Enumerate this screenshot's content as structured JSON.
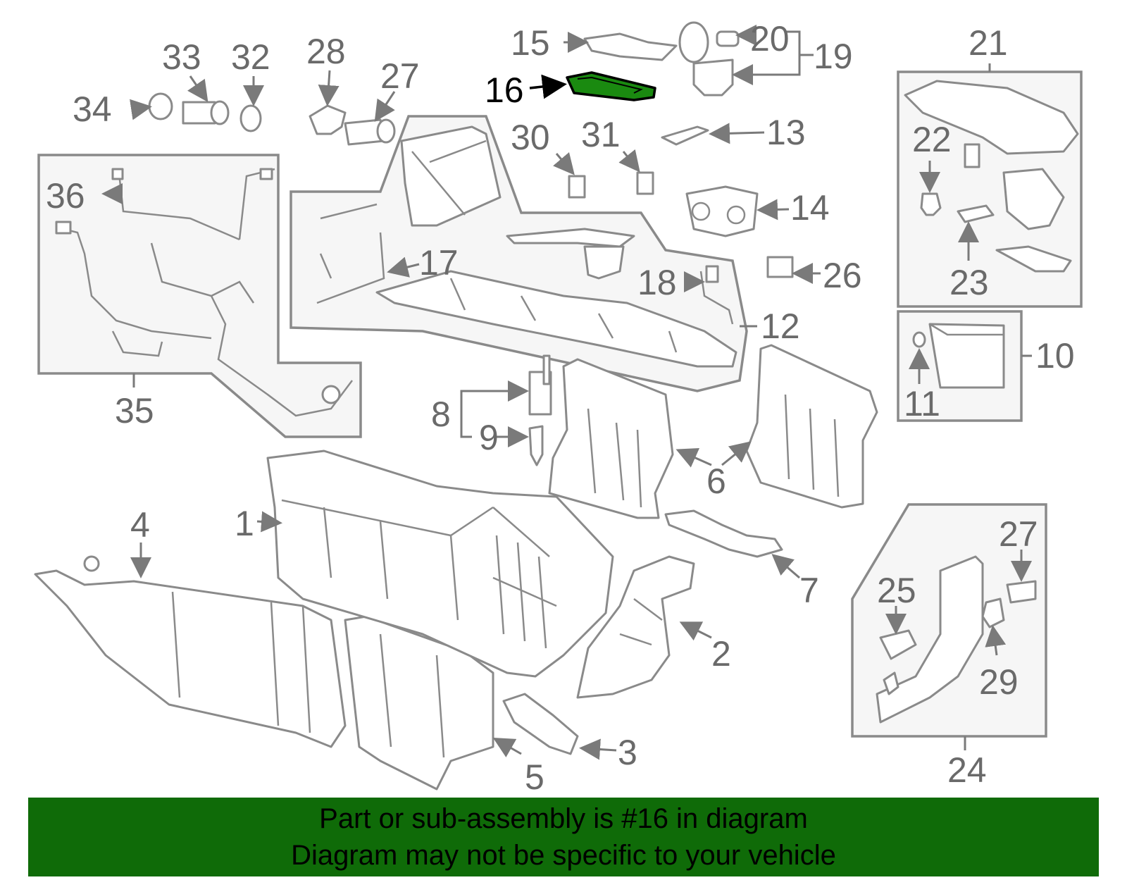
{
  "labels": {
    "l1": "1",
    "l2": "2",
    "l3": "3",
    "l4": "4",
    "l5": "5",
    "l6": "6",
    "l7": "7",
    "l8": "8",
    "l9": "9",
    "l10": "10",
    "l11": "11",
    "l12": "12",
    "l13": "13",
    "l14": "14",
    "l15": "15",
    "l16": "16",
    "l17": "17",
    "l18": "18",
    "l19": "19",
    "l20": "20",
    "l21": "21",
    "l22": "22",
    "l23": "23",
    "l24": "24",
    "l25": "25",
    "l26": "26",
    "l27a": "27",
    "l27b": "27",
    "l28": "28",
    "l29": "29",
    "l30": "30",
    "l31": "31",
    "l32": "32",
    "l33": "33",
    "l34": "34",
    "l35": "35",
    "l36": "36"
  },
  "highlight_part": "16",
  "banner": {
    "line1": "Part or sub-assembly is #16 in diagram",
    "line2": "Diagram may not be specific to your vehicle"
  },
  "colors": {
    "banner_bg": "#0f6b08",
    "highlight": "#1a8a10",
    "line_art": "#8a8a8a"
  }
}
